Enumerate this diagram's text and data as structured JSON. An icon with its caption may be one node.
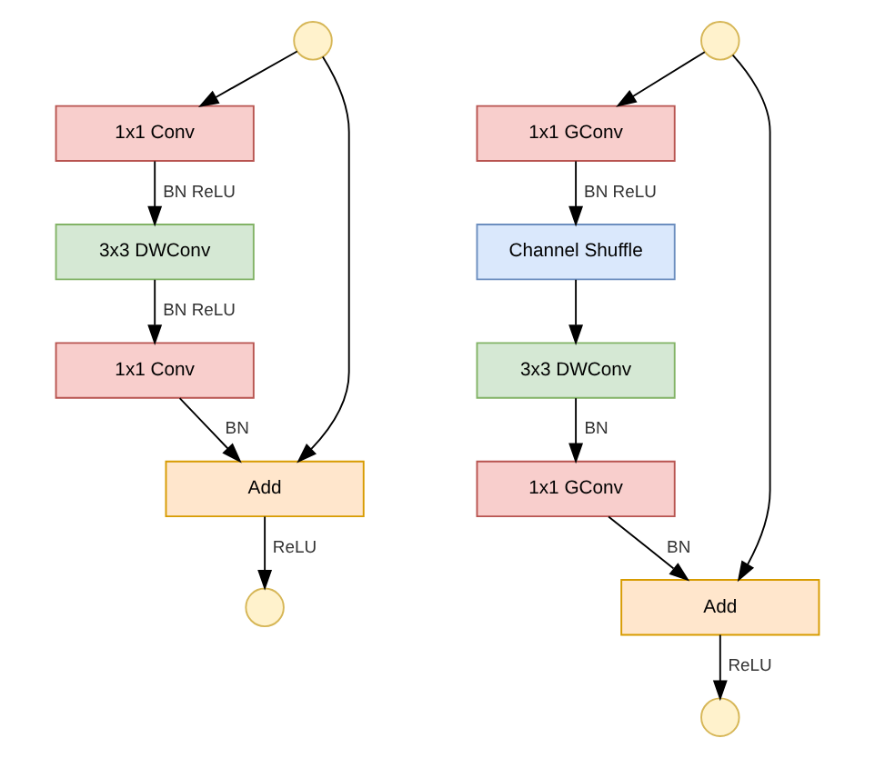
{
  "diagram": {
    "nodes": [
      {
        "text": [],
        "shape": "circle"
      },
      {
        "text": [
          "1x1 Conv"
        ]
      },
      {
        "text": [
          "3x3 DWConv"
        ]
      },
      {
        "text": [
          "1x1 Conv"
        ]
      },
      {
        "text": [
          "Add"
        ]
      },
      {
        "text": [],
        "shape": "circle"
      },
      {
        "text": [],
        "shape": "circle"
      },
      {
        "text": [
          "1x1 GConv"
        ]
      },
      {
        "text": [
          "Channel Shuffle"
        ]
      },
      {
        "text": [
          "3x3 DWConv"
        ]
      },
      {
        "text": [
          "1x1 GConv"
        ]
      },
      {
        "text": [
          "Add"
        ]
      },
      {
        "text": [],
        "shape": "circle"
      }
    ],
    "edges": [
      {
        "from": 0,
        "to": 1,
        "arrow": "to"
      },
      {
        "from": 1,
        "to": 2,
        "arrow": "to",
        "label": "BN ReLU"
      },
      {
        "from": 2,
        "to": 3,
        "arrow": "to",
        "label": "BN ReLU"
      },
      {
        "from": 3,
        "to": 4,
        "arrow": "to",
        "label": "BN"
      },
      {
        "from": 0,
        "to": 4,
        "arrow": "to"
      },
      {
        "from": 4,
        "to": 5,
        "arrow": "to",
        "label": "ReLU"
      },
      {
        "from": 6,
        "to": 7,
        "arrow": "to"
      },
      {
        "from": 7,
        "to": 8,
        "arrow": "to",
        "label": "BN ReLU"
      },
      {
        "from": 8,
        "to": 9,
        "arrow": "to"
      },
      {
        "from": 9,
        "to": 10,
        "arrow": "to",
        "label": "BN"
      },
      {
        "from": 10,
        "to": 11,
        "arrow": "to",
        "label": "BN"
      },
      {
        "from": 6,
        "to": 11,
        "arrow": "to"
      },
      {
        "from": 11,
        "to": 12,
        "arrow": "to",
        "label": "ReLU"
      }
    ]
  }
}
